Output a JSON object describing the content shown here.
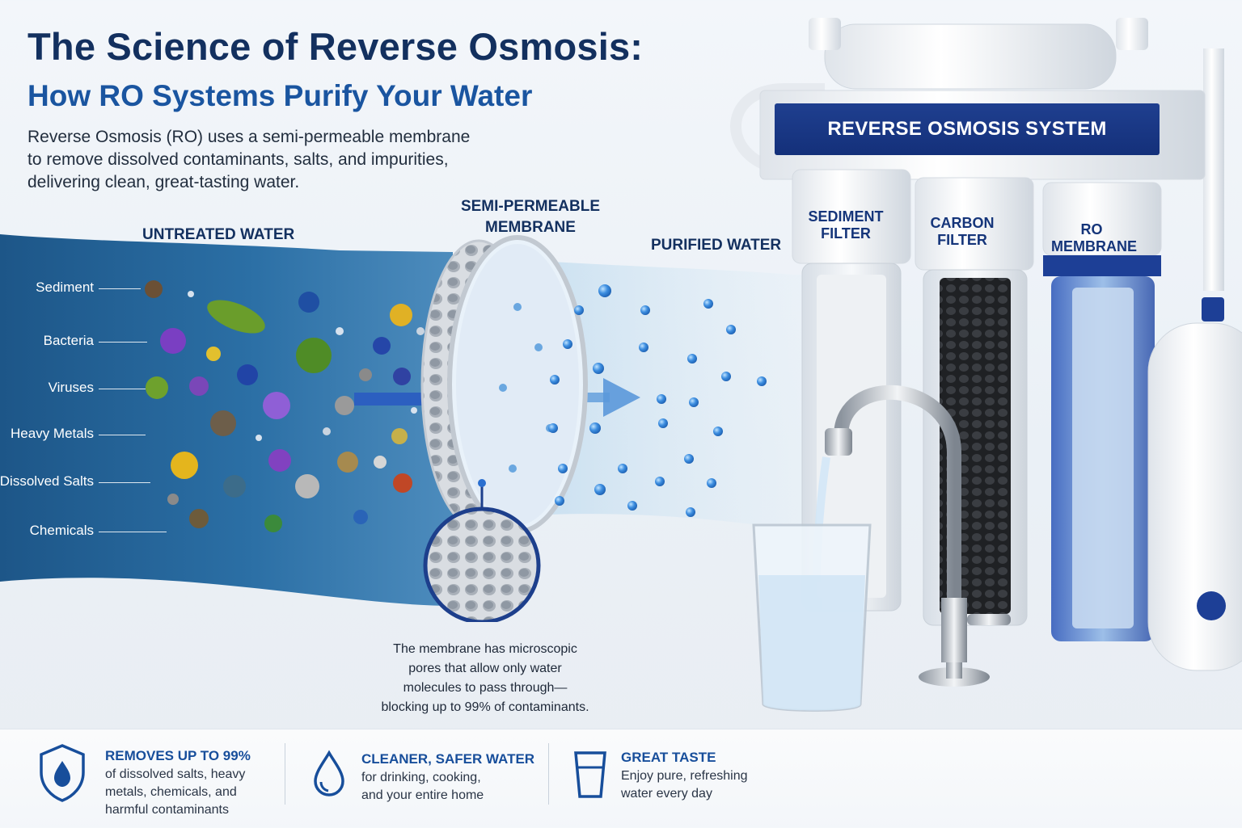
{
  "header": {
    "title": "The Science of Reverse Osmosis:",
    "subtitle": "How RO Systems Purify Your Water",
    "intro_lines": [
      "Reverse Osmosis (RO) uses a semi-permeable membrane",
      "to remove dissolved contaminants, salts, and impurities,",
      "delivering clean, great-tasting water."
    ]
  },
  "diagram": {
    "untreated_label": "UNTREATED WATER",
    "membrane_label_lines": [
      "SEMI-PERMEABLE",
      "MEMBRANE"
    ],
    "purified_label": "PURIFIED WATER",
    "contaminants": [
      "Sediment",
      "Bacteria",
      "Viruses",
      "Heavy Metals",
      "Dissolved Salts",
      "Chemicals"
    ],
    "membrane_caption_lines": [
      "The membrane has microscopic",
      "pores that allow only water",
      "molecules to pass through—",
      "blocking up to 99% of contaminants."
    ]
  },
  "system": {
    "banner": "REVERSE OSMOSIS SYSTEM",
    "filters": [
      {
        "lines": [
          "SEDIMENT",
          "FILTER"
        ]
      },
      {
        "lines": [
          "CARBON",
          "FILTER"
        ]
      },
      {
        "lines": [
          "RO",
          "MEMBRANE"
        ]
      }
    ]
  },
  "features": [
    {
      "icon": "shield-drop-icon",
      "title": "REMOVES UP TO 99%",
      "lines": [
        "of dissolved salts, heavy",
        "metals, chemicals, and",
        "harmful contaminants"
      ]
    },
    {
      "icon": "water-drop-icon",
      "title": "CLEANER, SAFER WATER",
      "lines": [
        "for drinking, cooking,",
        "and your entire home"
      ]
    },
    {
      "icon": "glass-icon",
      "title": "GREAT TASTE",
      "lines": [
        "Enjoy pure, refreshing",
        "water every day"
      ]
    }
  ],
  "colors": {
    "navy": "#13305f",
    "accent_blue": "#1a55a0",
    "banner_blue": "#1f3f8f",
    "water_deep": "#1f5a8c"
  }
}
